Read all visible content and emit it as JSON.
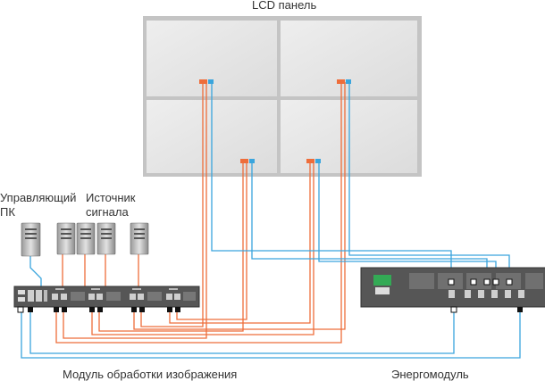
{
  "labels": {
    "lcd_panel": "LCD панель",
    "control_pc_line1": "Управляющий",
    "control_pc_line2": "ПК",
    "signal_source_line1": "Источник",
    "signal_source_line2": "сигнала",
    "image_module": "Модуль обработки изображения",
    "power_module": "Энергомодуль"
  },
  "colors": {
    "video_cable": "#ee6d3a",
    "data_cable": "#3aa5dd",
    "bezel": "#c8c8c8",
    "screen": "#e8e8e8",
    "device_body": "#5a5a5a"
  }
}
